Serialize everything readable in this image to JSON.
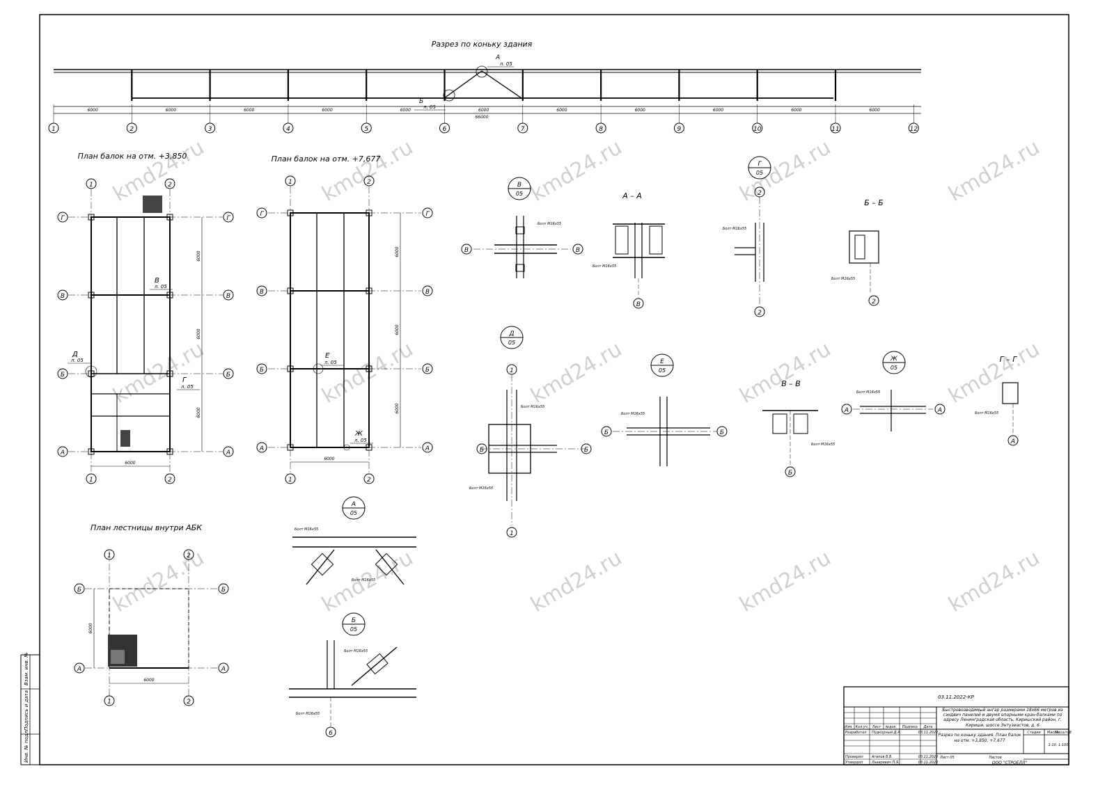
{
  "watermark": "kmd24.ru",
  "ridge_section": {
    "title": "Разрез по коньку здания",
    "axes": [
      "1",
      "2",
      "3",
      "4",
      "5",
      "6",
      "7",
      "8",
      "9",
      "10",
      "11",
      "12"
    ],
    "span_dims": [
      "6000",
      "6000",
      "6000",
      "6000",
      "6000",
      "6000",
      "6000",
      "6000",
      "6000",
      "6000",
      "6000"
    ],
    "total_dim": "66000",
    "callout_a": {
      "letter": "А",
      "sheet": "л. 05"
    },
    "callout_b": {
      "letter": "Б",
      "sheet": "л. 05"
    }
  },
  "plan1": {
    "title": "План балок на отм. +3,850",
    "axes_x": [
      "1",
      "2"
    ],
    "axes_y": [
      "Г",
      "В",
      "Б",
      "А"
    ],
    "dim_x": "6000",
    "dims_y": [
      "6000",
      "6000",
      "6000"
    ],
    "callouts": [
      {
        "letter": "В",
        "sheet": "л. 05"
      },
      {
        "letter": "Д",
        "sheet": "л. 05"
      },
      {
        "letter": "Г",
        "sheet": "л. 05"
      }
    ]
  },
  "plan2": {
    "title": "План балок на отм. +7,677",
    "axes_x": [
      "1",
      "2"
    ],
    "axes_y": [
      "Г",
      "В",
      "Б",
      "А"
    ],
    "dim_x": "6000",
    "dims_y": [
      "6000",
      "6000",
      "6000"
    ],
    "callouts": [
      {
        "letter": "Е",
        "sheet": "л. 05"
      },
      {
        "letter": "Ж",
        "sheet": "л. 05"
      }
    ]
  },
  "stair_plan": {
    "title": "План лестницы внутри АБК",
    "axes_x": [
      "1",
      "2"
    ],
    "axes_y": [
      "Б",
      "А"
    ],
    "dim_x": "6000",
    "dim_y": "6000"
  },
  "nodes": [
    {
      "letter": "В",
      "sheet": "05"
    },
    {
      "letter": "Г",
      "sheet": "05"
    },
    {
      "letter": "Д",
      "sheet": "05"
    },
    {
      "letter": "Е",
      "sheet": "05"
    },
    {
      "letter": "Ж",
      "sheet": "05"
    },
    {
      "letter": "А",
      "sheet": "05"
    },
    {
      "letter": "Б",
      "sheet": "05"
    }
  ],
  "sections": [
    "А – А",
    "Б – Б",
    "В – В",
    "Г – Г"
  ],
  "bolt_label": "Болт М16х55",
  "stamp": {
    "code": "03.11.2022-КР",
    "project": "Быстровозводимый ангар размерами 18х66 метров из сэндвич панелей и двумя опорными кран-балками по адресу Ленинградская область, Киришский район, г. Кириши, шоссе Энтузиастов, д. 6",
    "sheet_title": "Разрез по коньку здания. План балок на отм. +3,850, +7,677",
    "company": "ООО \"СТРОЕЛЛ\"",
    "col_headers": [
      "Изм.",
      "Кол.уч.",
      "Лист",
      "№док.",
      "Подпись",
      "Дата"
    ],
    "stage_headers": [
      "Стадия",
      "Масса",
      "Масштаб"
    ],
    "scale": "1:10, 1:100",
    "sheet_label": "Лист 05",
    "sheets_label": "Листов",
    "rows": [
      {
        "role": "Разработал",
        "name": "Подкорный Д.А.",
        "date": "03.11.2022"
      },
      {
        "role": "Проверил",
        "name": "Агапов В.В.",
        "date": "03.11.2022"
      },
      {
        "role": "Утвердил",
        "name": "Лазаревич П.Я.",
        "date": "03.11.2022"
      }
    ]
  },
  "side_stamp": [
    "Инв. № подл.",
    "Подпись и дата",
    "Взам. инв. №"
  ]
}
